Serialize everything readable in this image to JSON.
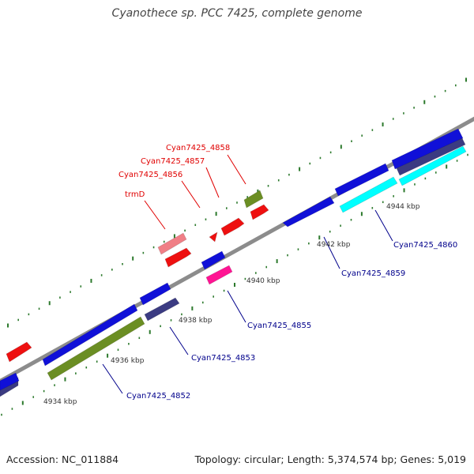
{
  "title": "Cyanothece sp. PCC 7425, complete genome",
  "accession": "Accession: NC_011884",
  "topology": "Topology: circular; Length: 5,374,574 bp; Genes: 5,019",
  "colors": {
    "backbone": "#8c8c8c",
    "tick": "#2d7a2d",
    "cds": "#1010d8",
    "cds_dark": "#3b3b82",
    "cds_navy": "#0b0b6e",
    "rna_red": "#ee1010",
    "pink": "#ff1493",
    "light_pink": "#f07f86",
    "olive": "#6b8e23",
    "cyan": "#00ffff",
    "label_red": "#e00000",
    "label_blue": "#00008b"
  },
  "kbp_labels": [
    "4934 kbp",
    "4936 kbp",
    "4938 kbp",
    "4940 kbp",
    "4942 kbp",
    "4944 kbp"
  ],
  "gene_labels": {
    "upper": [
      "Cyan7425_4858",
      "Cyan7425_4857",
      "Cyan7425_4856",
      "trmD"
    ],
    "lower": [
      "Cyan7425_4852",
      "Cyan7425_4853",
      "Cyan7425_4855",
      "Cyan7425_4859",
      "Cyan7425_4860"
    ]
  }
}
